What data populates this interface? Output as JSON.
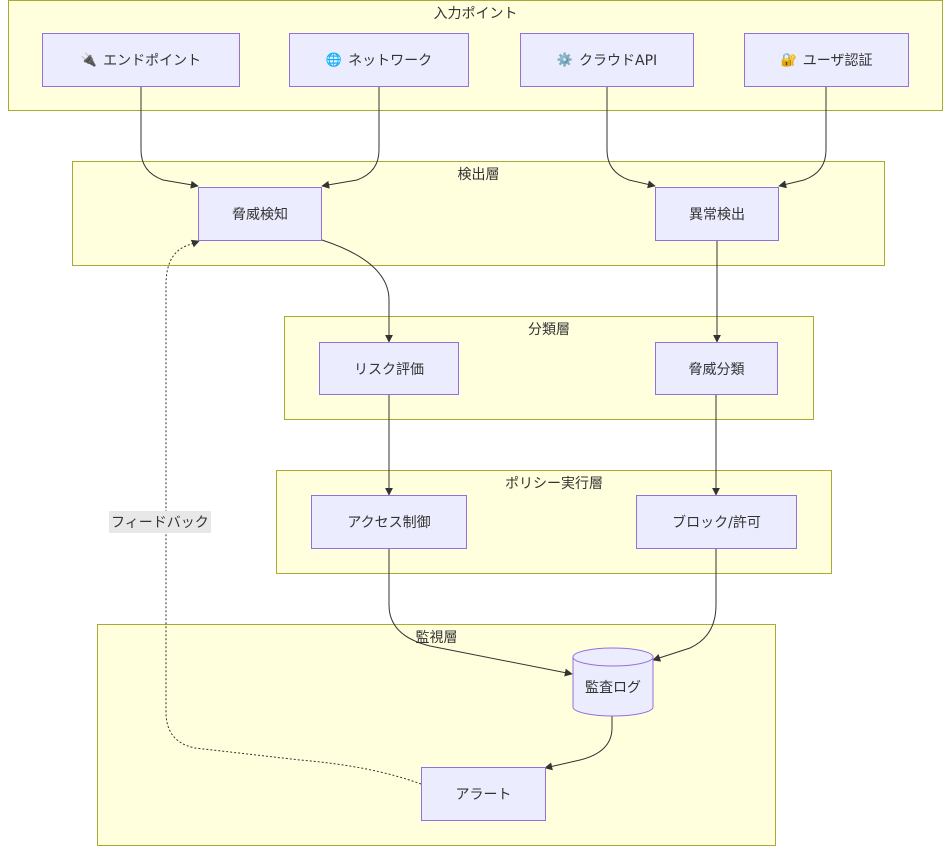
{
  "layers": {
    "input": "入力ポイント",
    "detection": "検出層",
    "classification": "分類層",
    "policy": "ポリシー実行層",
    "monitoring": "監視層"
  },
  "nodes": {
    "endpoint": {
      "icon": "plug-icon",
      "glyph": "🔌",
      "label": "エンドポイント"
    },
    "network": {
      "icon": "globe-icon",
      "glyph": "🌐",
      "label": "ネットワーク"
    },
    "cloud_api": {
      "icon": "gear-icon",
      "glyph": "⚙️",
      "label": "クラウドAPI"
    },
    "user_auth": {
      "icon": "lock-key-icon",
      "glyph": "🔐",
      "label": "ユーザ認証"
    },
    "threat_detection": {
      "label": "脅威検知"
    },
    "anomaly_detection": {
      "label": "異常検出"
    },
    "risk_assessment": {
      "label": "リスク評価"
    },
    "threat_classification": {
      "label": "脅威分類"
    },
    "access_control": {
      "label": "アクセス制御"
    },
    "block_allow": {
      "label": "ブロック/許可"
    },
    "audit_log": {
      "label": "監査ログ"
    },
    "alert": {
      "label": "アラート"
    }
  },
  "edges": [
    {
      "from": "エンドポイント",
      "to": "脅威検知"
    },
    {
      "from": "ネットワーク",
      "to": "脅威検知"
    },
    {
      "from": "クラウドAPI",
      "to": "異常検出"
    },
    {
      "from": "ユーザ認証",
      "to": "異常検出"
    },
    {
      "from": "脅威検知",
      "to": "リスク評価"
    },
    {
      "from": "異常検出",
      "to": "脅威分類"
    },
    {
      "from": "リスク評価",
      "to": "アクセス制御"
    },
    {
      "from": "脅威分類",
      "to": "ブロック/許可"
    },
    {
      "from": "アクセス制御",
      "to": "監査ログ"
    },
    {
      "from": "ブロック/許可",
      "to": "監査ログ"
    },
    {
      "from": "監査ログ",
      "to": "アラート"
    },
    {
      "from": "アラート",
      "to": "脅威検知",
      "label": "フィードバック",
      "style": "dotted"
    }
  ],
  "colors": {
    "layer_fill": "#ffffde",
    "layer_border": "#aaaa33",
    "node_fill": "#ececff",
    "node_border": "#9370db",
    "edge": "#333333",
    "edge_label_bg": "#e8e8e8"
  }
}
